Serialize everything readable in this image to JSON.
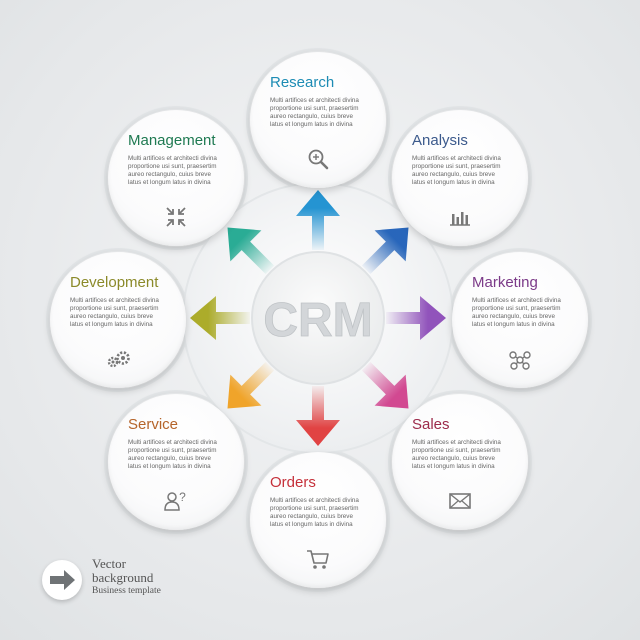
{
  "center_label": "CRM",
  "body_text": "Multi artifices et architecti divina\nproportione usi sunt, praesertim\naureo rectangulo, cuius breve\nlatus et longum latus in divina",
  "nodes": [
    {
      "title": "Research",
      "color": "#1d8cb4",
      "icon": "magnifier-icon"
    },
    {
      "title": "Analysis",
      "color": "#3c5a8c",
      "icon": "bar-chart-icon"
    },
    {
      "title": "Marketing",
      "color": "#7b3a88",
      "icon": "network-icon"
    },
    {
      "title": "Sales",
      "color": "#9c2a4a",
      "icon": "envelope-icon"
    },
    {
      "title": "Orders",
      "color": "#c5303a",
      "icon": "cart-icon"
    },
    {
      "title": "Service",
      "color": "#b5642a",
      "icon": "user-question-icon"
    },
    {
      "title": "Development",
      "color": "#8b8a2a",
      "icon": "gears-icon"
    },
    {
      "title": "Management",
      "color": "#1f7a52",
      "icon": "arrows-in-icon"
    }
  ],
  "arrow_colors": {
    "up": "#1a8fd0",
    "up_right": "#1e5fb8",
    "right": "#8c4bb8",
    "down_right": "#d0408c",
    "down": "#e03a3a",
    "down_left": "#f0a020",
    "left": "#a8a820",
    "up_left": "#20a890"
  },
  "footer": {
    "line1": "Vector",
    "line2": "background",
    "line3": "Business template"
  }
}
